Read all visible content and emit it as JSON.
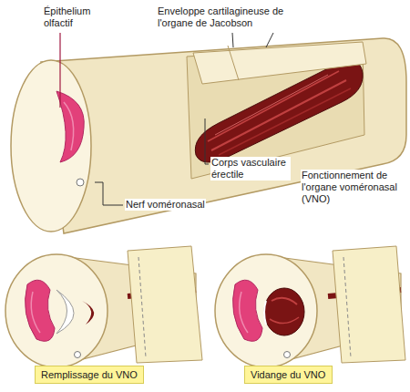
{
  "diagram": {
    "title": "Fonctionnement de l'organe voméronasal (VNO)",
    "nodes": [
      {
        "text": [
          "Remplissage du VNO"
        ]
      },
      {
        "text": [
          "Vidange du VNO"
        ]
      }
    ],
    "edges": [],
    "labels": [
      "Épithelium olfactif",
      "Enveloppe cartilagineuse de l'organe de Jacobson",
      "Corps vasculaire érectile",
      "Nerf voméronasal"
    ]
  }
}
